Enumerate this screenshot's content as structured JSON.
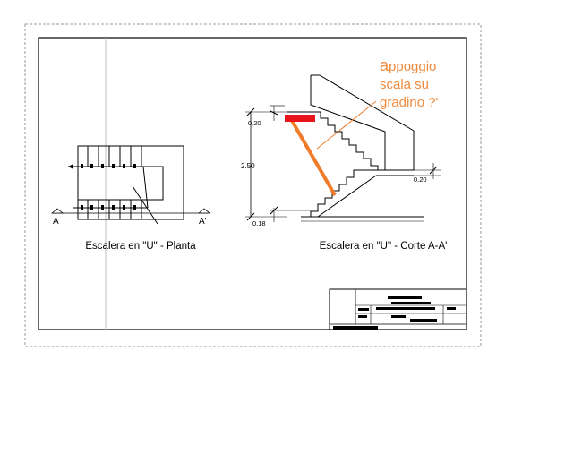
{
  "plan": {
    "title": "Escalera en \"U\" - Planta",
    "section_mark_left": "A",
    "section_mark_right": "A'"
  },
  "section": {
    "title": "Escalera en \"U\" - Corte A-A'",
    "dim_top": "0.20",
    "dim_height": "2.50",
    "dim_bottom": "0.18",
    "dim_landing": "0.20"
  },
  "annotation": {
    "first_letter": "a",
    "line1_rest": "ppoggio",
    "line2": "scala su",
    "line3": "gradino ?'"
  },
  "colors": {
    "annotation": "#f08a3c",
    "beam_red": "#e8141c",
    "stringer_orange": "#f07c2a",
    "frame": "#000000",
    "dashed_border": "#9a9a9a"
  }
}
